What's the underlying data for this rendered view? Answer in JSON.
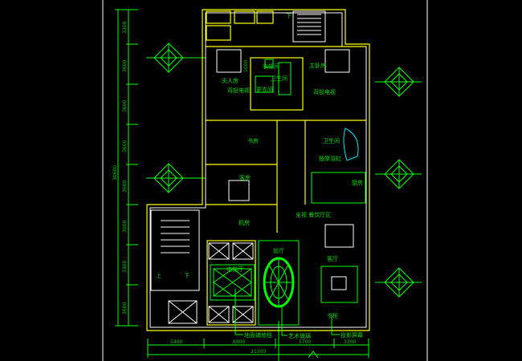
{
  "drawing": {
    "rooms": {
      "wife_room": "夫人房",
      "master_bedroom": "主卧房",
      "tv_left": "背投电视",
      "tv_right": "背投电视",
      "dressing_room": "更衣间",
      "bathroom_upper": "卫生间",
      "cloak_room": "衣帽间",
      "study": "书房",
      "bathroom_right": "卫生间",
      "massage_tub": "按摩浴缸",
      "guest_room": "客房",
      "kitchen": "厨房",
      "machine_room": "机房",
      "dining_area": "全视 餐饮厅区",
      "foyer": "前厅",
      "living_room": "客厅",
      "elevator_hall": "电梯厅",
      "bookcase": "书柜",
      "small_dim": "1000"
    },
    "callouts": {
      "carpet": "地面铺地毯",
      "art_glass": "艺术玻璃",
      "projection_screen": "投影屏幕"
    },
    "stairs": {
      "down_top": "下",
      "down_left": "下",
      "up_left": "上"
    },
    "dimensions": {
      "vertical": [
        "3300",
        "3600",
        "3600",
        "3600",
        "3600",
        "3000",
        "3300",
        "3600"
      ],
      "vertical_total": "30600",
      "horizontal": [
        "5400",
        "6900",
        "5700",
        "3300"
      ],
      "horizontal_total": "21300"
    }
  }
}
